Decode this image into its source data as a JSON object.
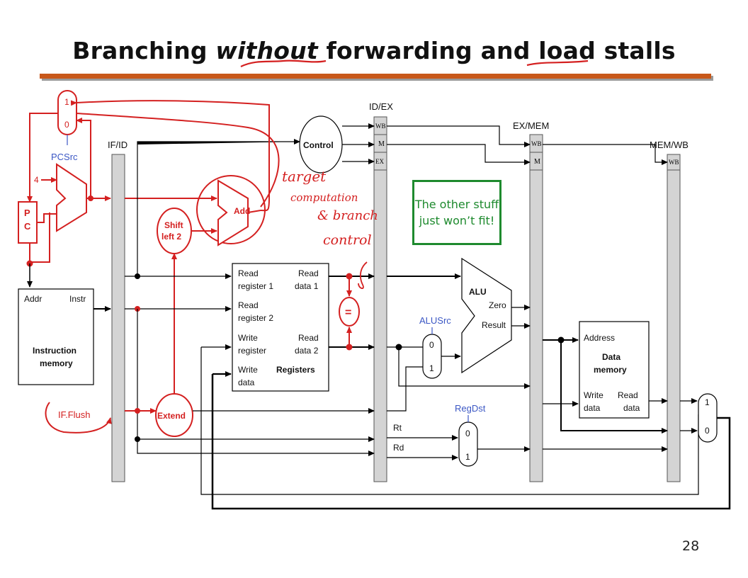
{
  "slide": {
    "title_part1": "Branching ",
    "title_emph": "without",
    "title_part2": " forwarding and load stalls",
    "page_number": "28",
    "callout": "The other stuff just won’t fit!",
    "accent_color": "#c8581a",
    "callout_color": "#1e8a2e",
    "annotation_color": "#d42020",
    "control_label_color": "#3b57c4"
  },
  "pipeline_registers": {
    "if_id": "IF/ID",
    "id_ex": "ID/EX",
    "ex_mem": "EX/MEM",
    "mem_wb": "MEM/WB",
    "wb": "WB",
    "m": "M",
    "ex": "EX"
  },
  "fetch": {
    "pc_p": "P",
    "pc_c": "C",
    "four": "4",
    "pcsrc": "PCSrc",
    "mux_one": "1",
    "mux_zero": "0",
    "imem_addr": "Addr",
    "imem_instr": "Instr",
    "imem_name1": "Instruction",
    "imem_name2": "memory",
    "if_flush": "IF.Flush"
  },
  "decode": {
    "control": "Control",
    "shift1": "Shift",
    "shift2": "left 2",
    "add": "Add",
    "extend": "Extend",
    "equals": "=",
    "rf_read_reg1a": "Read",
    "rf_read_reg1b": "register 1",
    "rf_read_data1a": "Read",
    "rf_read_data1b": "data 1",
    "rf_read_reg2a": "Read",
    "rf_read_reg2b": "register 2",
    "rf_write_rega": "Write",
    "rf_write_regb": "register",
    "rf_read_data2a": "Read",
    "rf_read_data2b": "data 2",
    "rf_write_dataa": "Write",
    "rf_write_datab": "data",
    "rf_name": "Registers",
    "handwriting": [
      "target",
      "computation",
      "& branch",
      "control"
    ]
  },
  "execute": {
    "alu": "ALU",
    "zero": "Zero",
    "result": "Result",
    "alusrc": "ALUSrc",
    "alusrc_zero": "0",
    "alusrc_one": "1",
    "regdst": "RegDst",
    "regdst_zero": "0",
    "regdst_one": "1",
    "rt": "Rt",
    "rd": "Rd"
  },
  "memory": {
    "address": "Address",
    "name1": "Data",
    "name2": "memory",
    "write_a": "Write",
    "write_b": "data",
    "read_a": "Read",
    "read_b": "data",
    "wb_mux_one": "1",
    "wb_mux_zero": "0"
  }
}
